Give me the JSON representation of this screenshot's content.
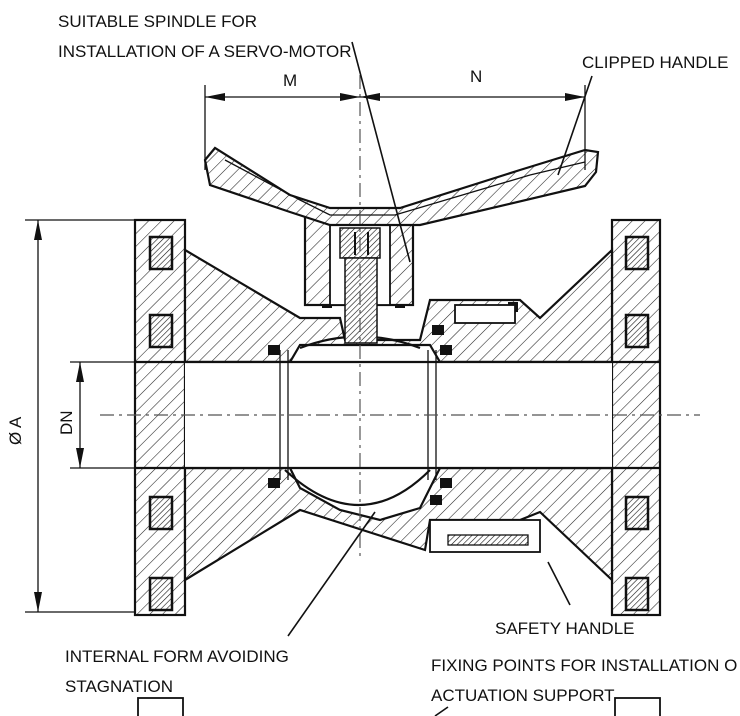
{
  "labels": {
    "spindle_line1": "SUITABLE SPINDLE FOR",
    "spindle_line2": "INSTALLATION OF A SERVO-MOTOR",
    "clipped_handle": "CLIPPED HANDLE",
    "safety_handle": "SAFETY HANDLE",
    "internal_line1": "INTERNAL FORM AVOIDING",
    "internal_line2": "STAGNATION",
    "fixing_line1": "FIXING POINTS FOR INSTALLATION O",
    "fixing_line2": "ACTUATION SUPPORT"
  },
  "dimensions": {
    "m": "M",
    "n": "N",
    "dn": "DN",
    "diameter_a": "Ø A"
  }
}
